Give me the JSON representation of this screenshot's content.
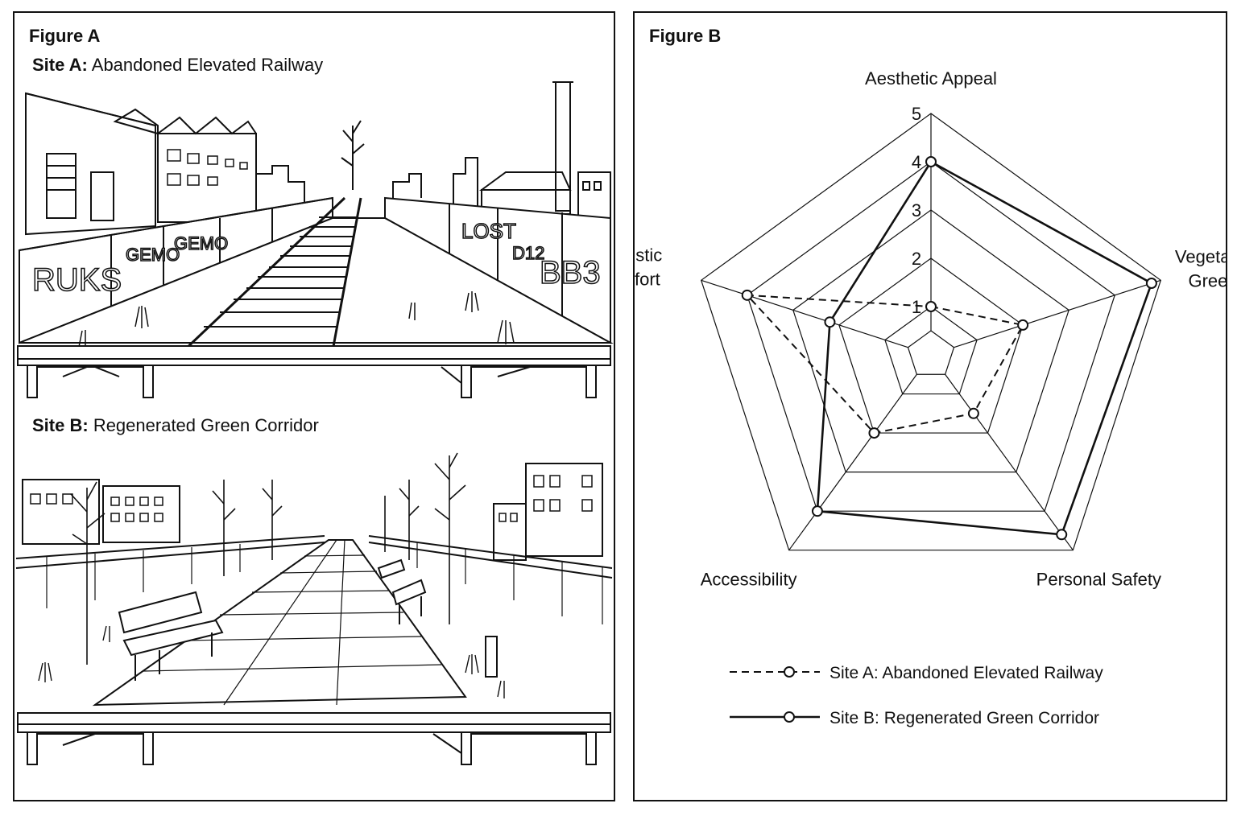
{
  "figure_a": {
    "label": "Figure A",
    "site_a": {
      "prefix": "Site A:",
      "title": "Abandoned Elevated Railway"
    },
    "site_b": {
      "prefix": "Site B:",
      "title": "Regenerated Green Corridor"
    },
    "graffiti": [
      "RUKS",
      "GEMO",
      "GEMO",
      "LOST",
      "D12",
      "BB3"
    ]
  },
  "figure_b": {
    "label": "Figure B"
  },
  "chart_data": {
    "type": "radar",
    "axes": [
      "Aesthetic Appeal",
      "Vegetation & Greenery",
      "Personal Safety",
      "Accessibility",
      "Acoustic Comfort"
    ],
    "axis_lines": [
      [
        "Aesthetic Appeal"
      ],
      [
        "Vegetation &",
        "Greenery"
      ],
      [
        "Personal Safety"
      ],
      [
        "Accessibility"
      ],
      [
        "Acoustic",
        "Comfort"
      ]
    ],
    "range": [
      0,
      5
    ],
    "ticks": [
      1,
      2,
      3,
      4,
      5
    ],
    "series": [
      {
        "name": "Site A: Abandoned Elevated Railway",
        "style": "dashed",
        "values": [
          1.0,
          2.0,
          1.5,
          2.0,
          4.0
        ]
      },
      {
        "name": "Site B: Regenerated Green Corridor",
        "style": "solid",
        "values": [
          4.0,
          4.8,
          4.6,
          4.0,
          2.2
        ]
      }
    ],
    "legend_placement": "bottom",
    "line_color": "#111111"
  }
}
